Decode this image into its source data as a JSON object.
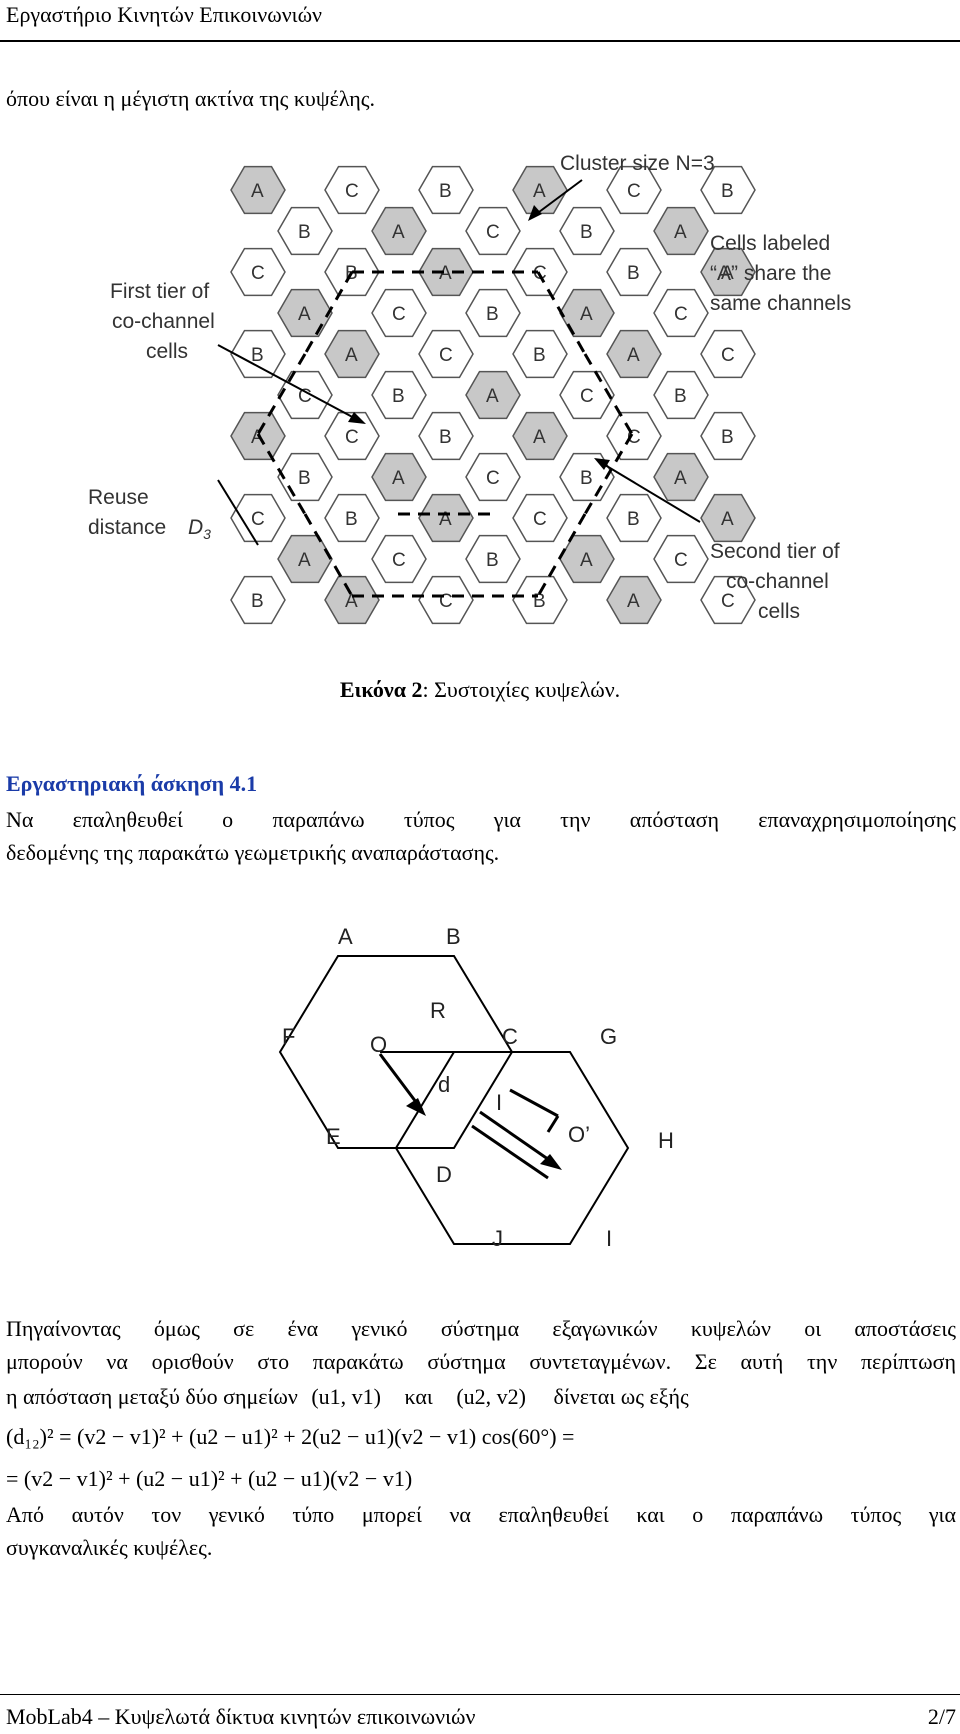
{
  "header": {
    "title": "Εργαστήριο Κινητών Επικοινωνιών"
  },
  "intro_line": "όπου είναι η μέγιστη ακτίνα της κυψέλης.",
  "figure1": {
    "label_cluster": "Cluster size N=3",
    "label_first_tier": [
      "First tier of",
      "co-channel",
      "cells"
    ],
    "label_cells_a": [
      "Cells labeled",
      "“A” share the",
      "same channels"
    ],
    "label_reuse": [
      "Reuse",
      "distance"
    ],
    "label_d3": "D",
    "label_d3_sub": "3",
    "label_second_tier": [
      "Second tier of",
      "co-channel",
      "cells"
    ],
    "cell_letters": {
      "a": "A",
      "b": "B",
      "c": "C"
    }
  },
  "caption": {
    "bold": "Εικόνα 2",
    "rest": ": Συστοιχίες κυψελών."
  },
  "exercise": {
    "heading": "Εργαστηριακή άσκηση 4.1",
    "line1": "Να επαληθευθεί ο παραπάνω τύπος για την απόσταση επαναχρησιμοποίησης",
    "line2": "δεδομένης της παρακάτω γεωμετρικής αναπαράστασης."
  },
  "figure2": {
    "labels": {
      "A": "A",
      "B": "B",
      "F": "F",
      "R": "R",
      "O": "O",
      "C": "C",
      "G": "G",
      "d": "d",
      "I_mid": "I",
      "E": "E",
      "O2": "O’",
      "H": "H",
      "D": "D",
      "J": "J",
      "I_bot": "I"
    }
  },
  "body": {
    "line1": "Πηγαίνοντας όμως σε ένα γενικό σύστημα εξαγωνικών κυψελών οι αποστάσεις",
    "line2": "μπορούν να ορισθούν στο παρακάτω σύστημα συντεταγμένων. Σε αυτή την περίπτωση",
    "line3_a": "η απόσταση μεταξύ δύο σημείων",
    "point1": "(u1, v1)",
    "line3_b": "και",
    "point2": "(u2, v2)",
    "line3_c": "δίνεται ως εξής",
    "eq1": "(d₁₂)² = (v2 − v1)² + (u2 − u1)² + 2(u2 − u1)(v2 − v1) cos(60°) =",
    "eq2": "= (v2 − v1)² + (u2 − u1)² + (u2 − u1)(v2 − v1)",
    "line4": "Από αυτόν τον γενικό τύπο μπορεί να επαληθευθεί και ο παραπάνω τύπος για",
    "line5": "συγκαναλικές κυψέλες."
  },
  "footer": {
    "left": "MobLab4 – Κυψελωτά δίκτυα κινητών επικοινωνιών",
    "right": "2/7"
  }
}
